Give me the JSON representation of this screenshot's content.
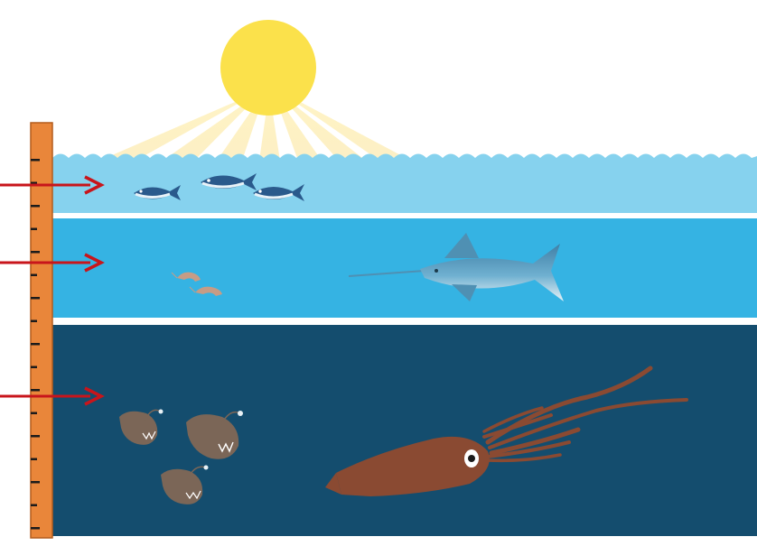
{
  "diagram": {
    "kind": "ocean-depth-zones",
    "colors": {
      "sky": "#ffffff",
      "sun": "#fbe14b",
      "sun_rays": "#fbe9a0",
      "surface_zone": "#86d2ee",
      "twilight_zone": "#35b3e3",
      "midnight_zone": "#144d6e",
      "separator": "#ffffff",
      "ruler": "#e9863a",
      "ruler_edge": "#b35c1c",
      "arrow": "#c8151b",
      "tuna": "#2a5a8c",
      "swordfish": "#4f90b3",
      "shrimp": "#c69c86",
      "anglerfish": "#7b6657",
      "squid": "#8a4a32"
    },
    "zones": [
      {
        "id": "surface",
        "creatures": [
          "tuna",
          "tuna",
          "tuna"
        ]
      },
      {
        "id": "twilight",
        "creatures": [
          "shrimp",
          "shrimp",
          "swordfish"
        ]
      },
      {
        "id": "midnight",
        "creatures": [
          "anglerfish",
          "anglerfish",
          "anglerfish",
          "squid"
        ]
      }
    ],
    "arrows": 3,
    "ruler_ticks": 17
  }
}
